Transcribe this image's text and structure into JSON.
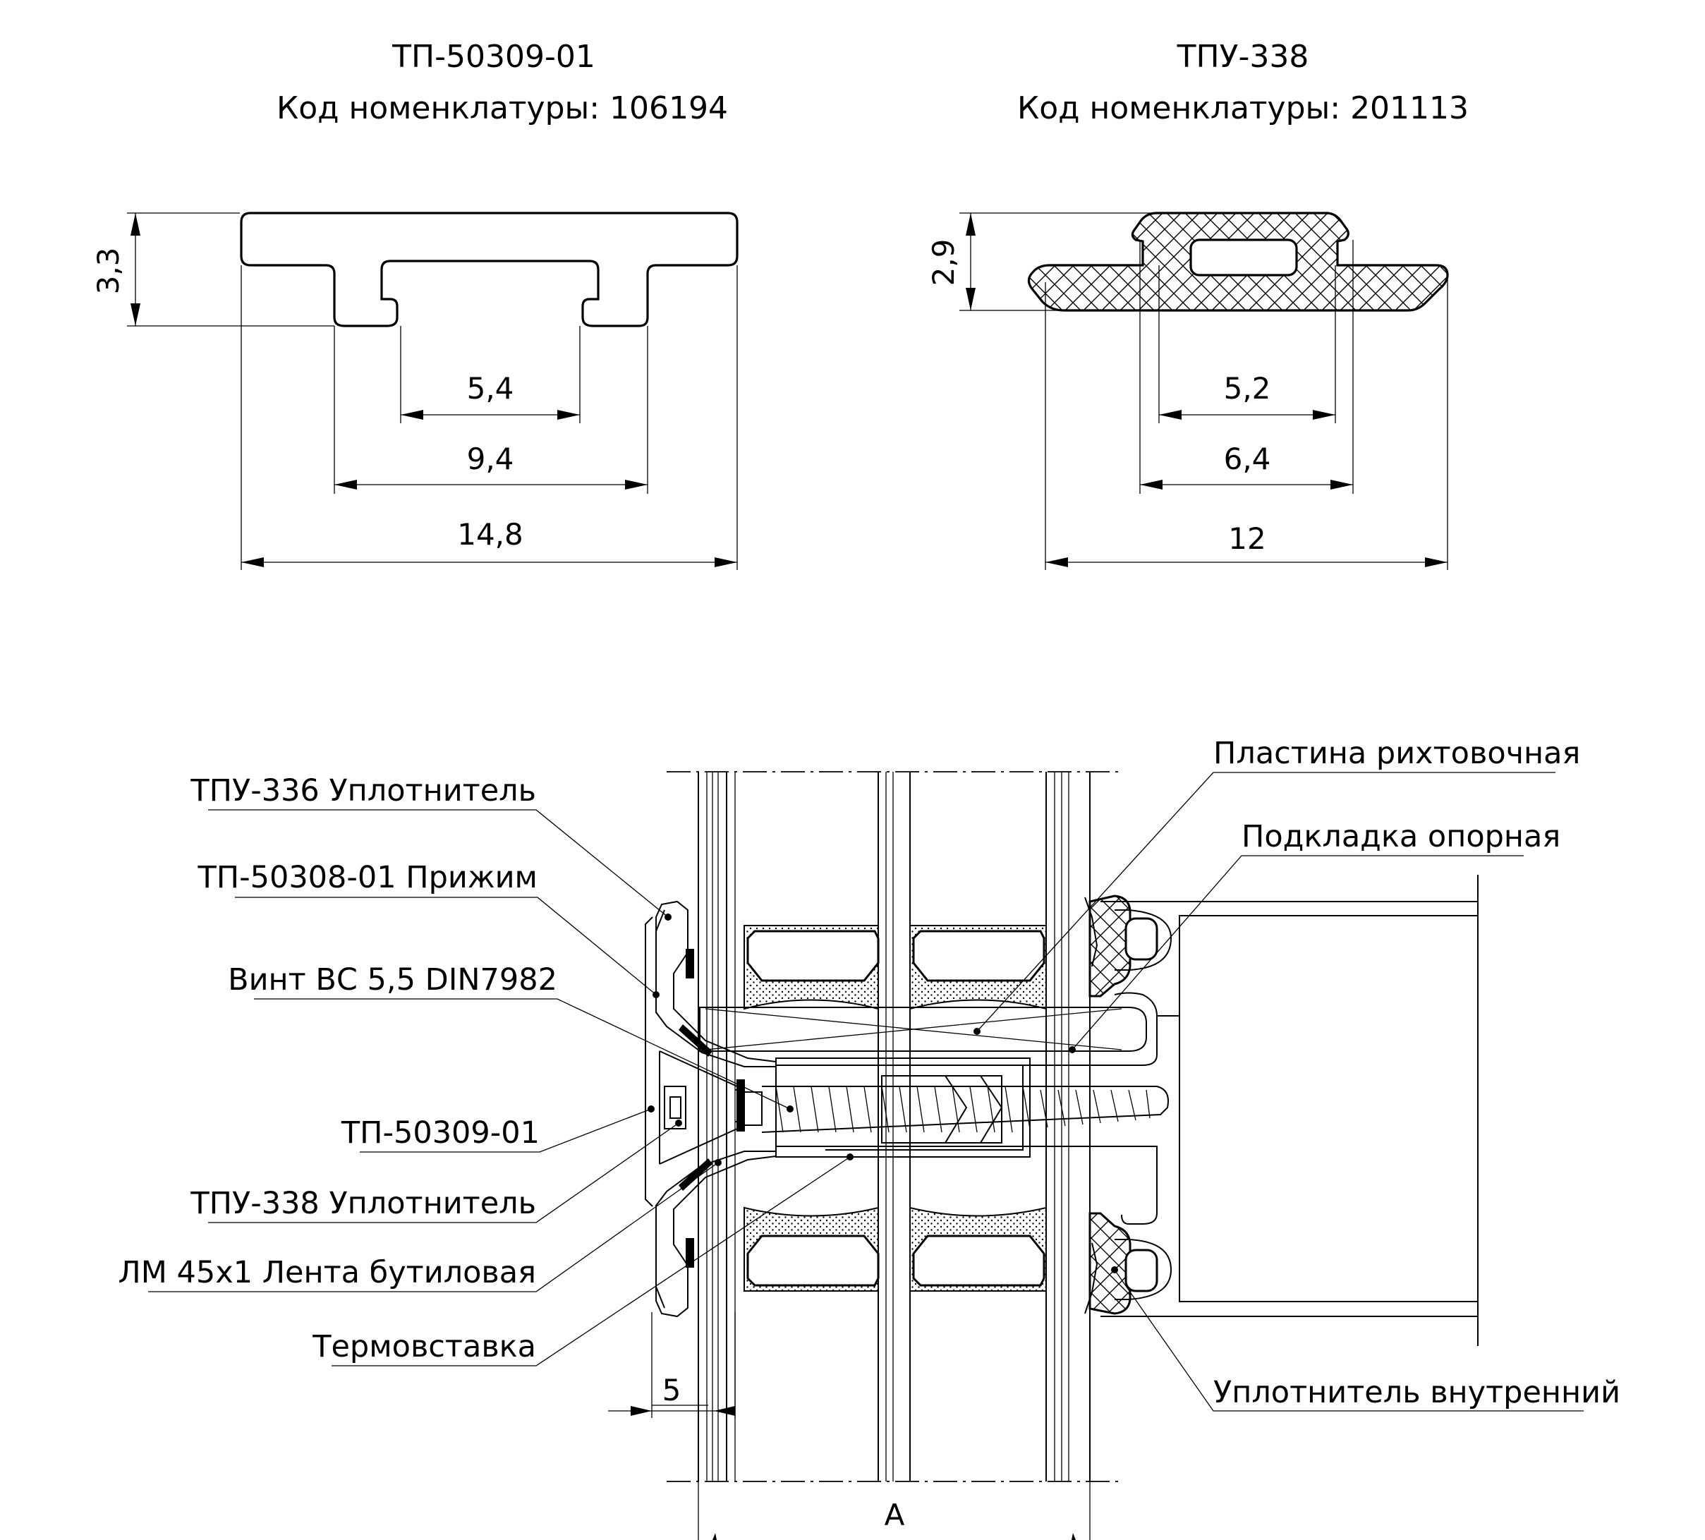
{
  "parts": [
    {
      "name": "ТП-50309-01",
      "code_line": "Код номенклатуры: 106194",
      "dims": {
        "height": "3,3",
        "inner": "5,4",
        "middle": "9,4",
        "overall": "14,8"
      }
    },
    {
      "name": "ТПУ-338",
      "code_line": "Код номенклатуры: 201113",
      "dims": {
        "height": "2,9",
        "inner": "5,2",
        "middle": "6,4",
        "overall": "12"
      }
    }
  ],
  "assembly": {
    "labels_left": [
      "ТПУ-336 Уплотнитель",
      "ТП-50308-01 Прижим",
      "Винт ВС 5,5 DIN7982",
      "ТП-50309-01",
      "ТПУ-338 Уплотнитель",
      "ЛМ 45х1 Лента бутиловая",
      "Термовставка"
    ],
    "labels_right": [
      "Пластина рихтовочная",
      "Подкладка опорная",
      "Уплотнитель внутренний"
    ],
    "dim_five": "5",
    "dim_a": "А"
  }
}
